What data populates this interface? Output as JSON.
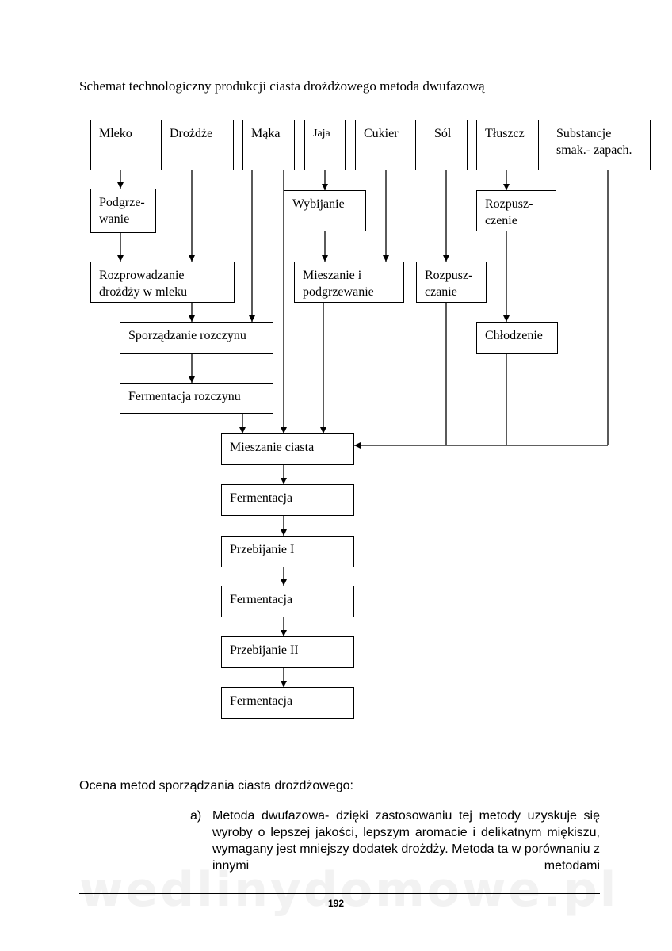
{
  "diagram": {
    "title": "Schemat technologiczny produkcji ciasta drożdżowego metoda dwufazową",
    "nodes": {
      "mleko": "Mleko",
      "drozdze": "Drożdże",
      "maka": "Mąka",
      "jaja": "Jaja",
      "cukier": "Cukier",
      "sol": "Sól",
      "tluszcz": "Tłuszcz",
      "substancje": "Substancje\nsmak.- zapach.",
      "podgrzewanie": "Podgrze-\nwanie",
      "wybijanie": "Wybijanie",
      "rozpuszczenie": "Rozpusz-\nczenie",
      "rozprowadzanie": "Rozprowadzanie\ndrożdży w mleku",
      "mieszanie_podgrzewanie": "Mieszanie i\npodgrzewanie",
      "rozpuszczanie": "Rozpusz-\nczanie",
      "sporzadzanie": "Sporządzanie rozczynu",
      "chlodzenie": "Chłodzenie",
      "fermentacja_rozczynu": "Fermentacja rozczynu",
      "mieszanie_ciasta": "Mieszanie ciasta",
      "fermentacja_1": "Fermentacja",
      "przebijanie_1": "Przebijanie I",
      "fermentacja_2": "Fermentacja",
      "przebijanie_2": "Przebijanie II",
      "fermentacja_3": "Fermentacja"
    }
  },
  "text": {
    "subtitle": "Ocena metod sporządzania ciasta drożdżowego:",
    "item_a_marker": "a)",
    "item_a_text": "Metoda dwufazowa- dzięki zastosowaniu tej metody uzyskuje się wyroby o lepszej jakości, lepszym aromacie i delikatnym miękiszu, wymagany jest mniejszy dodatek drożdży. Metoda ta w porównaniu z innymi metodami"
  },
  "footer": {
    "watermark": "wedlinydomowe.pl",
    "page_number": "192"
  }
}
